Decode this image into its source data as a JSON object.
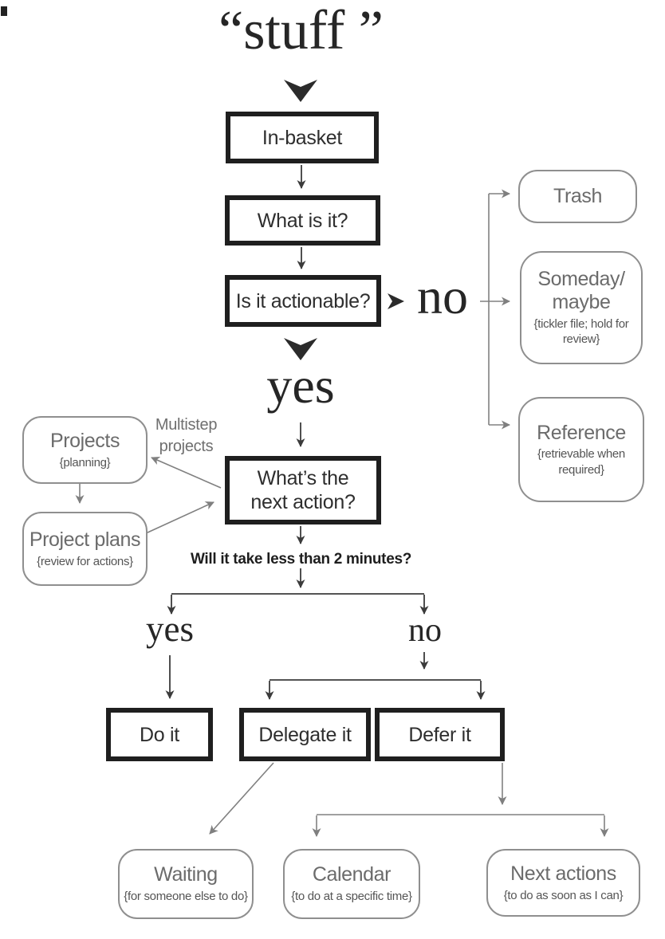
{
  "diagram": {
    "source_label": "“stuff ”",
    "no_big": "no",
    "yes_big": "yes",
    "yes_branch": "yes",
    "no_branch": "no",
    "question_2min": "Will it take less than 2 minutes?",
    "multistep_lines": [
      "Multistep",
      "projects"
    ],
    "boxes": {
      "in_basket": "In-basket",
      "what_is_it": "What is it?",
      "is_it_actionable": "Is it actionable?",
      "whats_next_lines": [
        "What’s the",
        "next action?"
      ],
      "do_it": "Do it",
      "delegate_it": "Delegate it",
      "defer_it": "Defer it"
    },
    "buckets": {
      "trash": {
        "title": "Trash"
      },
      "someday": {
        "title_lines": [
          "Someday/",
          "maybe"
        ],
        "subtitle": "{tickler file; hold for review}"
      },
      "reference": {
        "title": "Reference",
        "subtitle": "{retrievable when required}"
      },
      "projects": {
        "title": "Projects",
        "subtitle": "{planning}"
      },
      "project_plans": {
        "title": "Project plans",
        "subtitle": "{review for actions}"
      },
      "waiting": {
        "title": "Waiting",
        "subtitle": "{for someone else to do}"
      },
      "calendar": {
        "title": "Calendar",
        "subtitle": "{to do at a specific time}"
      },
      "next_actions": {
        "title": "Next actions",
        "subtitle": "{to do as soon as I can}"
      }
    },
    "colors": {
      "ink": "#2b2b2b",
      "box_border": "#1f1f1f",
      "dark_line": "#3b3b3b",
      "gray_line": "#808080",
      "gray_text": "#6b6b6b",
      "subtitle_text": "#555555"
    }
  }
}
